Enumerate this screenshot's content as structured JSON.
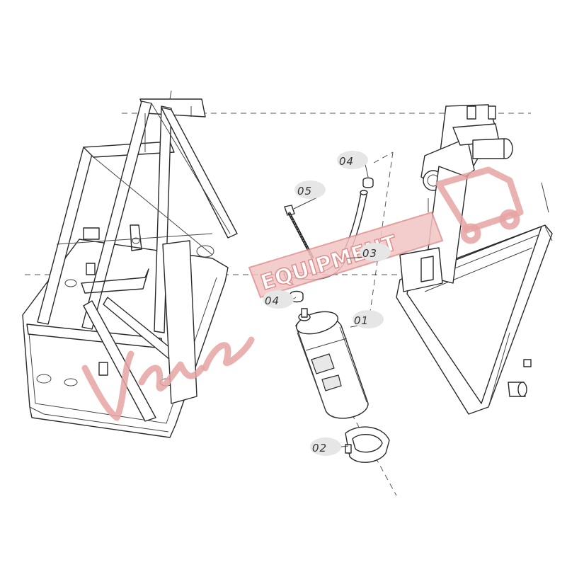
{
  "diagram": {
    "callouts": [
      {
        "id": "01",
        "label": "01"
      },
      {
        "id": "02",
        "label": "02"
      },
      {
        "id": "03",
        "label": "03"
      },
      {
        "id": "04a",
        "label": "04"
      },
      {
        "id": "04b",
        "label": "04"
      },
      {
        "id": "05",
        "label": "05"
      }
    ],
    "parts": [
      {
        "name": "radiator-frame",
        "icon": "frame-bracket-icon"
      },
      {
        "name": "expansion-tank",
        "icon": "tank-icon"
      },
      {
        "name": "tank-strap",
        "icon": "strap-icon"
      },
      {
        "name": "overflow-hose",
        "icon": "hose-icon"
      },
      {
        "name": "hose-clamp",
        "icon": "clamp-icon"
      },
      {
        "name": "cable-tie",
        "icon": "cable-tie-icon"
      },
      {
        "name": "radiator-core",
        "icon": "radiator-icon"
      }
    ],
    "watermark": {
      "text": "EQUIPMENT",
      "script": "Vinner",
      "color": "#e6a3a3"
    }
  }
}
